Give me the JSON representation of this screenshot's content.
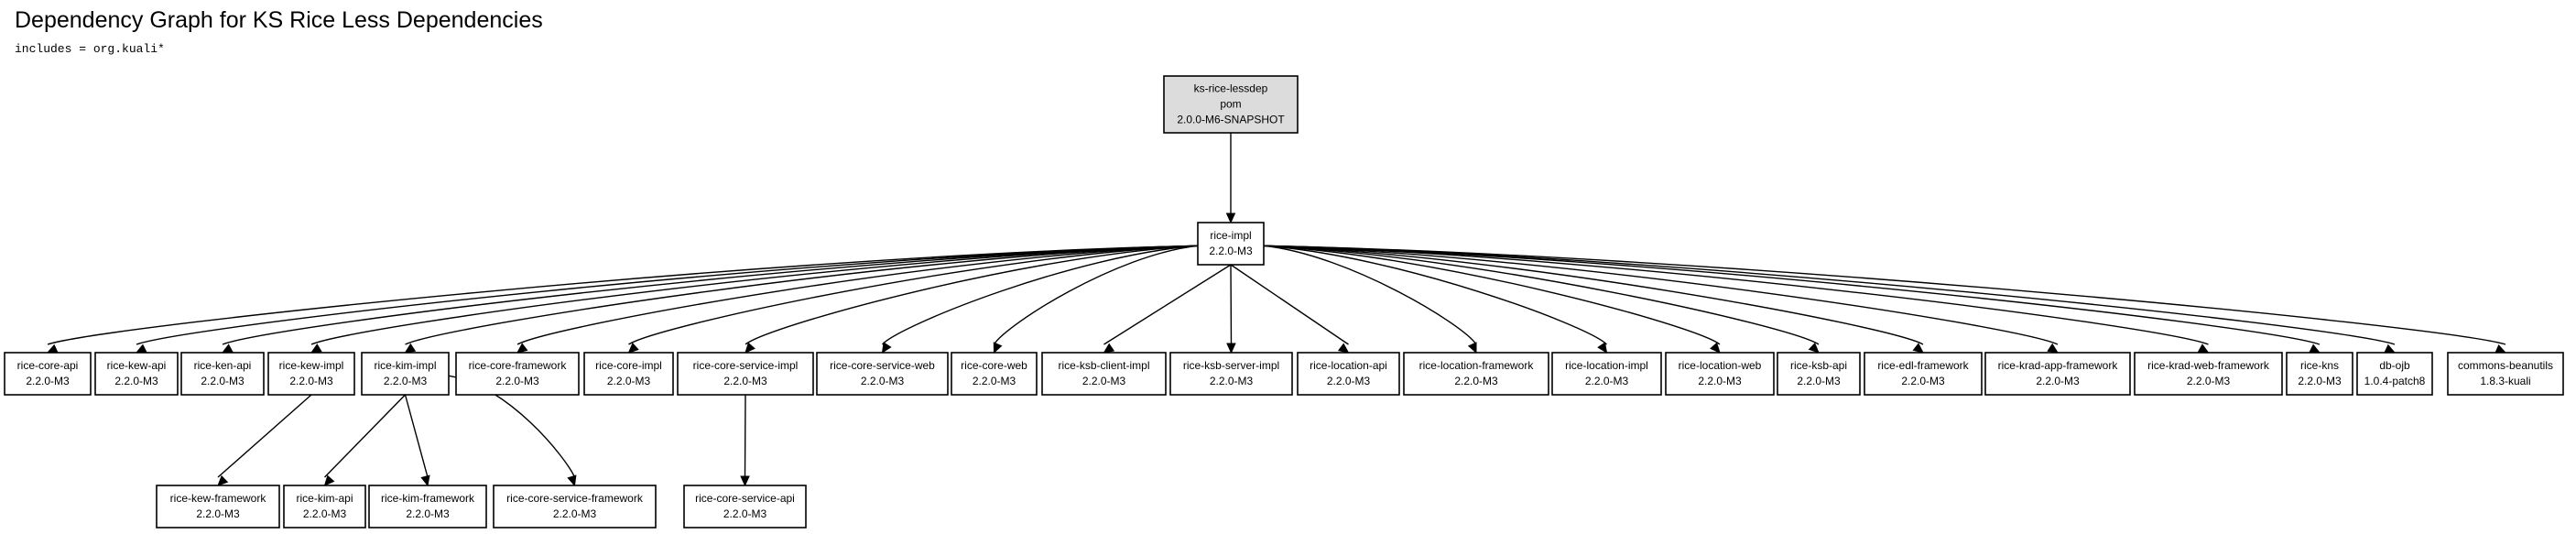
{
  "header": {
    "title": "Dependency Graph for KS Rice Less Dependencies",
    "filter": "includes = org.kuali*"
  },
  "colors": {
    "root_fill": "#dcdcdc",
    "node_fill": "#ffffff",
    "stroke": "#000000"
  },
  "nodes": [
    {
      "id": "root",
      "lines": [
        "ks-rice-lessdep",
        "pom",
        "2.0.0-M6-SNAPSHOT"
      ],
      "root": true
    },
    {
      "id": "rice-impl",
      "lines": [
        "rice-impl",
        "2.2.0-M3"
      ]
    },
    {
      "id": "rice-core-api",
      "lines": [
        "rice-core-api",
        "2.2.0-M3"
      ]
    },
    {
      "id": "rice-kew-api",
      "lines": [
        "rice-kew-api",
        "2.2.0-M3"
      ]
    },
    {
      "id": "rice-ken-api",
      "lines": [
        "rice-ken-api",
        "2.2.0-M3"
      ]
    },
    {
      "id": "rice-kew-impl",
      "lines": [
        "rice-kew-impl",
        "2.2.0-M3"
      ]
    },
    {
      "id": "rice-kim-impl",
      "lines": [
        "rice-kim-impl",
        "2.2.0-M3"
      ]
    },
    {
      "id": "rice-core-framework",
      "lines": [
        "rice-core-framework",
        "2.2.0-M3"
      ]
    },
    {
      "id": "rice-core-impl",
      "lines": [
        "rice-core-impl",
        "2.2.0-M3"
      ]
    },
    {
      "id": "rice-core-service-impl",
      "lines": [
        "rice-core-service-impl",
        "2.2.0-M3"
      ]
    },
    {
      "id": "rice-core-service-web",
      "lines": [
        "rice-core-service-web",
        "2.2.0-M3"
      ]
    },
    {
      "id": "rice-core-web",
      "lines": [
        "rice-core-web",
        "2.2.0-M3"
      ]
    },
    {
      "id": "rice-ksb-client-impl",
      "lines": [
        "rice-ksb-client-impl",
        "2.2.0-M3"
      ]
    },
    {
      "id": "rice-ksb-server-impl",
      "lines": [
        "rice-ksb-server-impl",
        "2.2.0-M3"
      ]
    },
    {
      "id": "rice-location-api",
      "lines": [
        "rice-location-api",
        "2.2.0-M3"
      ]
    },
    {
      "id": "rice-location-framework",
      "lines": [
        "rice-location-framework",
        "2.2.0-M3"
      ]
    },
    {
      "id": "rice-location-impl",
      "lines": [
        "rice-location-impl",
        "2.2.0-M3"
      ]
    },
    {
      "id": "rice-location-web",
      "lines": [
        "rice-location-web",
        "2.2.0-M3"
      ]
    },
    {
      "id": "rice-ksb-api",
      "lines": [
        "rice-ksb-api",
        "2.2.0-M3"
      ]
    },
    {
      "id": "rice-edl-framework",
      "lines": [
        "rice-edl-framework",
        "2.2.0-M3"
      ]
    },
    {
      "id": "rice-krad-app-framework",
      "lines": [
        "rice-krad-app-framework",
        "2.2.0-M3"
      ]
    },
    {
      "id": "rice-krad-web-framework",
      "lines": [
        "rice-krad-web-framework",
        "2.2.0-M3"
      ]
    },
    {
      "id": "rice-kns",
      "lines": [
        "rice-kns",
        "2.2.0-M3"
      ]
    },
    {
      "id": "db-ojb",
      "lines": [
        "db-ojb",
        "1.0.4-patch8"
      ]
    },
    {
      "id": "commons-beanutils",
      "lines": [
        "commons-beanutils",
        "1.8.3-kuali"
      ]
    },
    {
      "id": "rice-kew-framework",
      "lines": [
        "rice-kew-framework",
        "2.2.0-M3"
      ]
    },
    {
      "id": "rice-kim-api",
      "lines": [
        "rice-kim-api",
        "2.2.0-M3"
      ]
    },
    {
      "id": "rice-kim-framework",
      "lines": [
        "rice-kim-framework",
        "2.2.0-M3"
      ]
    },
    {
      "id": "rice-core-service-framework",
      "lines": [
        "rice-core-service-framework",
        "2.2.0-M3"
      ]
    },
    {
      "id": "rice-core-service-api",
      "lines": [
        "rice-core-service-api",
        "2.2.0-M3"
      ]
    }
  ],
  "edges": [
    [
      "root",
      "rice-impl"
    ],
    [
      "rice-impl",
      "rice-core-api"
    ],
    [
      "rice-impl",
      "rice-kew-api"
    ],
    [
      "rice-impl",
      "rice-ken-api"
    ],
    [
      "rice-impl",
      "rice-kew-impl"
    ],
    [
      "rice-impl",
      "rice-kim-impl"
    ],
    [
      "rice-impl",
      "rice-core-framework"
    ],
    [
      "rice-impl",
      "rice-core-impl"
    ],
    [
      "rice-impl",
      "rice-core-service-impl"
    ],
    [
      "rice-impl",
      "rice-core-service-web"
    ],
    [
      "rice-impl",
      "rice-core-web"
    ],
    [
      "rice-impl",
      "rice-ksb-client-impl"
    ],
    [
      "rice-impl",
      "rice-ksb-server-impl"
    ],
    [
      "rice-impl",
      "rice-location-api"
    ],
    [
      "rice-impl",
      "rice-location-framework"
    ],
    [
      "rice-impl",
      "rice-location-impl"
    ],
    [
      "rice-impl",
      "rice-location-web"
    ],
    [
      "rice-impl",
      "rice-ksb-api"
    ],
    [
      "rice-impl",
      "rice-edl-framework"
    ],
    [
      "rice-impl",
      "rice-krad-app-framework"
    ],
    [
      "rice-impl",
      "rice-krad-web-framework"
    ],
    [
      "rice-impl",
      "rice-kns"
    ],
    [
      "rice-impl",
      "db-ojb"
    ],
    [
      "rice-impl",
      "commons-beanutils"
    ],
    [
      "rice-kew-impl",
      "rice-kew-framework"
    ],
    [
      "rice-kim-impl",
      "rice-kim-api"
    ],
    [
      "rice-kim-impl",
      "rice-kim-framework"
    ],
    [
      "rice-kim-impl",
      "rice-core-service-framework"
    ],
    [
      "rice-core-service-impl",
      "rice-core-service-api"
    ]
  ]
}
